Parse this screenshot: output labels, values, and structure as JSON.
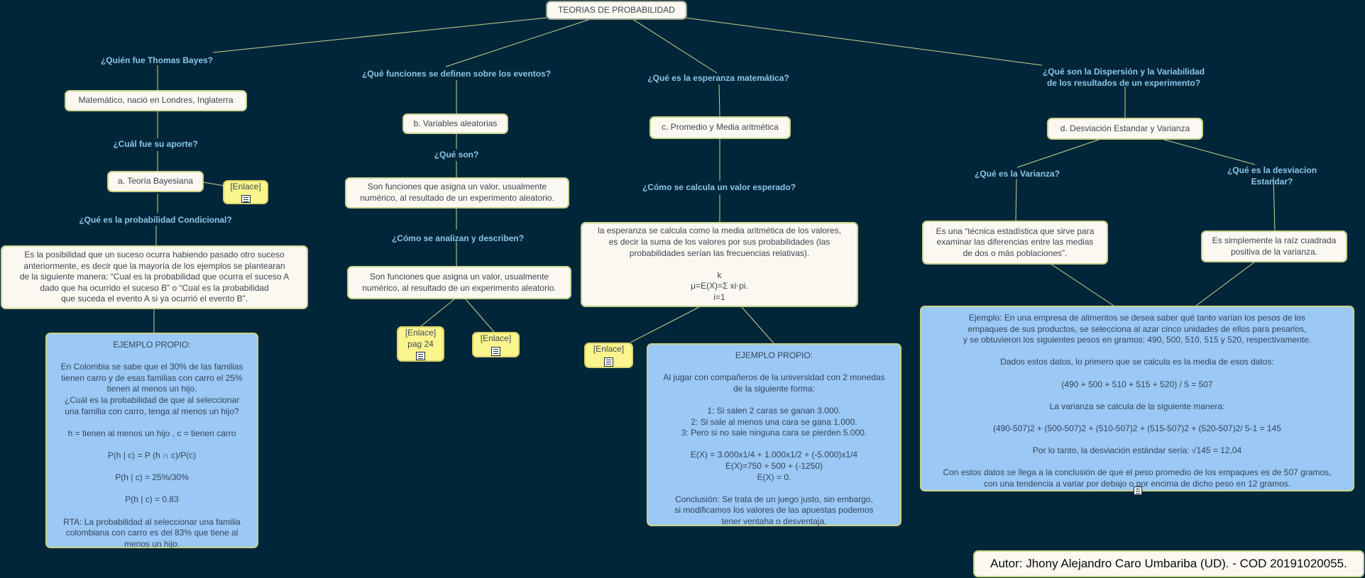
{
  "colors": {
    "background": "#01263a",
    "question": "#8dc6e7",
    "note": "#9bc8f4",
    "link": "#fbf58e",
    "box": "#fbf8f2",
    "line": "#c9d48c"
  },
  "title": "TEORIAS DE PROBABILIDAD",
  "bayes": {
    "question": "¿Quién fue Thomas Bayes?",
    "answer": "Matemático, nació en Londres, Inglaterra",
    "contrib_question": "¿Cuál fue su aporte?",
    "theory": "a. Teoría Bayesiana",
    "link": "[Enlace]",
    "cond_question": "¿Qué es la probabilidad Condicional?",
    "cond_answer": "Es la posibilidad que un suceso ocurra habiendo pasado otro suceso\nanteriormente, es decir que la mayoría de los ejemplos se plantearan\nde la siguiente manera: “Cual es la probabilidad que ocurra el suceso A\ndado que ha ocurrido el suceso B” o “Cual es la probabilidad\nque suceda el evento A si ya ocurrió el evento B”.",
    "example": "EJEMPLO PROPIO:\n\nEn Colombia se sabe que el 30% de las familias\ntienen carro y de esas familias con carro el 25%\ntienen al menos un hijo.\n¿Cuál es la probabilidad de que al seleccionar\nuna familia con carro, tenga al menos un hijo?\n\nh = tienen al menos un hijo , c = tienen carro\n\nP(h | c) = P (h ∩ c)/P(c)\n\nP(h | c) = 25%/30%\n\nP(h | c) = 0.83\n\nRTA: La probabilidad al seleccionar una familia\ncolombiana con carro es del 83% que tiene al\nmenos un hijo."
  },
  "functions": {
    "question": "¿Qué funciones se definen sobre los eventos?",
    "answer": "b. Variables aleatorias",
    "what_question": "¿Qué son?",
    "what_answer": "Son funciones que asigna un valor, usualmente\nnumérico, al resultado de un experimento aleatorio.",
    "how_question": "¿Cómo se analizan y describen?",
    "how_answer": "Son funciones que asigna un valor, usualmente\nnumérico, al resultado de un experimento aleatorio.",
    "link1": "[Enlace]\npag 24",
    "link2": "[Enlace]"
  },
  "expectation": {
    "question": "¿Qué es la esperanza matemática?",
    "answer": "c. Promedio y Media aritmética",
    "calc_question": "¿Cómo se calcula un valor esperado?",
    "calc_answer": "la esperanza se calcula como la media aritmética de los valores,\nes decir la suma de los valores por sus probabilidades (las\nprobabilidades serían las frecuencias relativas).\n\nk\nμ=E(X)=Σ xi⋅pi.\ni=1",
    "link": "[Enlace]",
    "example": "EJEMPLO PROPIO:\n\nAl jugar con compañeros de la universidad con 2 monedas\nde la siguiente forma:\n\n1: Si salen 2 caras se ganan 3.000.\n2: Si sale al menos una cara se gana 1.000.\n3: Pero si no sale ninguna cara se pierden 5.000.\n\nE(X) = 3.000x1/4 + 1.000x1/2 + (-5.000)x1/4\nE(X)=750 + 500 + (-1250)\nE(X) = 0.\n\nConclusión: Se trata de un juego justo, sin embargo,\nsi modificamos los valores de las apuestas podemos\ntener ventaha o desventaja."
  },
  "dispersion": {
    "question": "¿Qué son la Dispersión y la Variabilidad\nde los resultados de un experimento?",
    "answer": "d. Desviación Estandar y Varianza",
    "var_question": "¿Qué es la Varianza?",
    "var_answer": "Es una “técnica estadística que sirve para\nexaminar las diferencias entre las medias\nde dos o más poblaciones”.",
    "std_question": "¿Qué es la desviacion Estandar?",
    "std_answer": "Es simplemente la raíz cuadrada\npositiva de la varianza.",
    "example": "Ejemplo: En una empresa de alimentos se desea saber qué tanto varían los pesos de los\nempaques de sus productos, se selecciona al azar cinco unidades de ellos para pesarlos,\ny se obtuvieron los siguientes pesos en gramos: 490, 500, 510, 515 y 520, respectivamente.\n\nDados estos datos, lo primero que se calcula es la media de esos datos:\n\n(490 + 500 + 510 + 515 + 520) / 5 = 507\n\nLa varianza se calcula de la siguiente manera:\n\n(490-507)2 + (500-507)2 + (510-507)2 + (515-507)2 + (520-507)2/ 5-1 = 145\n\nPor lo tanto, la desviación estándar sería: √145 = 12,04\n\nCon estos datos se llega a la conclusión de que el peso promedio de los empaques es de 507 gramos,\ncon una tendencia a variar por debajo o por encima de dicho peso en 12 gramos."
  },
  "author": "Autor: Jhony Alejandro Caro Umbariba (UD). - COD 20191020055."
}
